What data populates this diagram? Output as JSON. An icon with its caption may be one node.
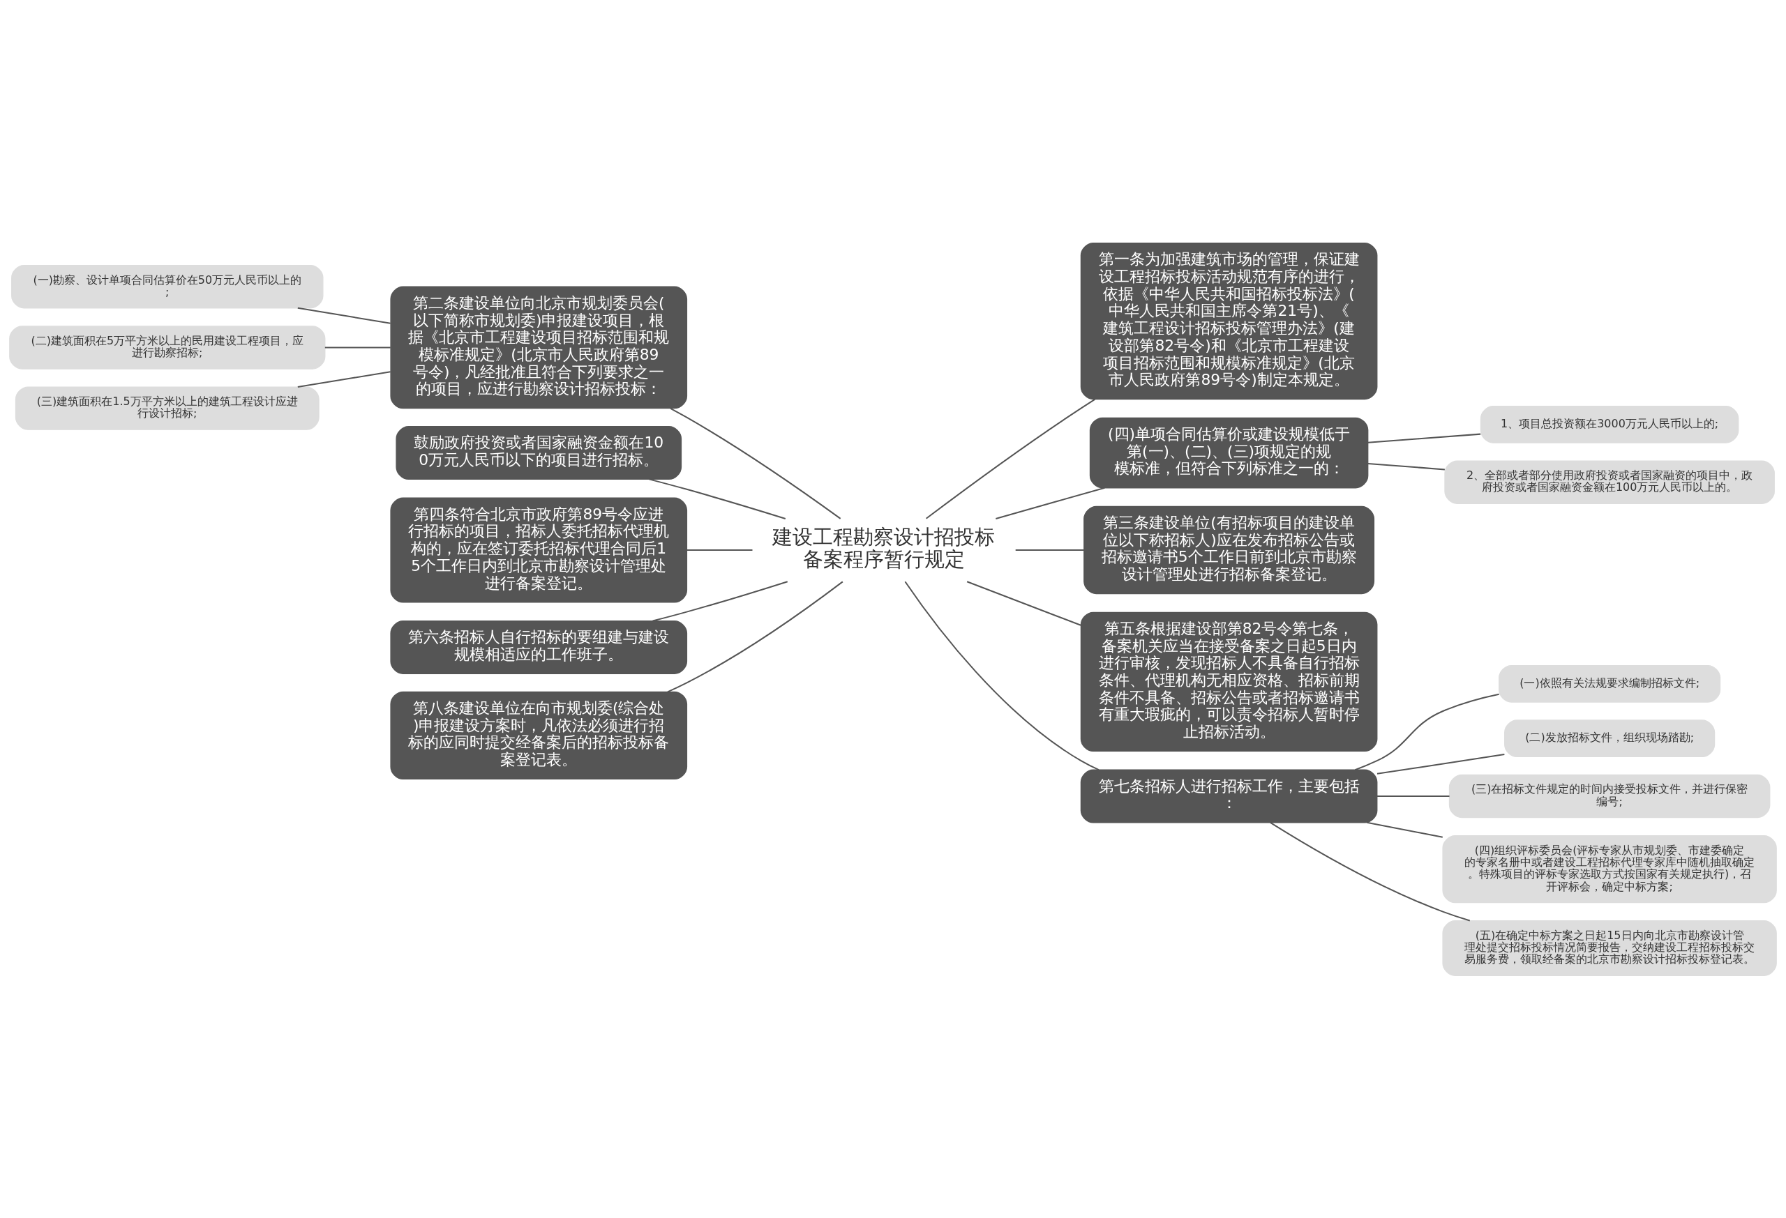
{
  "diagram": {
    "nodes": [
      {
        "text": [
          "建设工程勘察设计招投标备案程序暂行规定"
        ]
      },
      {
        "text": [
          "第一条为加强建筑市场的管理，保证建设工程招标投标活动规范有序的进行，依据《中华人民共和国招标投标法》(中华人民共和国主席令第21号)、《建筑工程设计招标投标管理办法》(建设部第82号令)和《北京市工程建设项目招标范围和规模标准规定》(北京市人民政府第89号令)制定本规定。"
        ]
      },
      {
        "text": [
          "第二条建设单位向北京市规划委员会(以下简称市规划委)申报建设项目，根据《北京市工程建设项目招标范围和规模标准规定》(北京市人民政府第89号令)，凡经批准且符合下列要求之一的项目，应进行勘察设计招标投标："
        ]
      },
      {
        "text": [
          "(一)勘察、设计单项合同估算价在50万元人民币以上的;"
        ]
      },
      {
        "text": [
          "(二)建筑面积在5万平方米以上的民用建设工程项目，应进行勘察招标;"
        ]
      },
      {
        "text": [
          "(三)建筑面积在1.5万平方米以上的建筑工程设计应进行设计招标;"
        ]
      },
      {
        "text": [
          "(四)单项合同估算价或建设规模低于第(一)、(二)、(三)项规定的规模标准，但符合下列标准之一的："
        ]
      },
      {
        "text": [
          "1、项目总投资额在3000万元人民币以上的;"
        ]
      },
      {
        "text": [
          "2、全部或者部分使用政府投资或者国家融资的项目中，政府投资或者国家融资金额在100万元人民币以上的。"
        ]
      },
      {
        "text": [
          "鼓励政府投资或者国家融资金额在100万元人民币以下的项目进行招标。"
        ]
      },
      {
        "text": [
          "第三条建设单位(有招标项目的建设单位以下称招标人)应在发布招标公告或招标邀请书5个工作日前到北京市勘察设计管理处进行招标备案登记。"
        ]
      },
      {
        "text": [
          "第四条符合北京市政府第89号令应进行招标的项目，招标人委托招标代理机构的，应在签订委托招标代理合同后15个工作日内到北京市勘察设计管理处进行备案登记。"
        ]
      },
      {
        "text": [
          "第五条根据建设部第82号令第七条，备案机关应当在接受备案之日起5日内进行审核，发现招标人不具备自行招标条件、代理机构无相应资格、招标前期条件不具备、招标公告或者招标邀请书有重大瑕疵的，可以责令招标人暂时停止招标活动。"
        ]
      },
      {
        "text": [
          "第六条招标人自行招标的要组建与建设规模相适应的工作班子。"
        ]
      },
      {
        "text": [
          "第八条建设单位在向市规划委(综合处)申报建设方案时，凡依法必须进行招标的应同时提交经备案后的招标投标备案登记表。"
        ]
      },
      {
        "text": [
          "第七条招标人进行招标工作，主要包括："
        ]
      },
      {
        "text": [
          "(一)依照有关法规要求编制招标文件;"
        ]
      },
      {
        "text": [
          "(二)发放招标文件，组织现场踏勘;"
        ]
      },
      {
        "text": [
          "(三)在招标文件规定的时间内接受投标文件，并进行保密编号;"
        ]
      },
      {
        "text": [
          "(四)组织评标委员会(评标专家从市规划委、市建委确定的专家名册中或者建设工程招标代理专家库中随机抽取确定。特殊项目的评标专家选取方式按国家有关规定执行)，召开评标会，确定中标方案;"
        ]
      },
      {
        "text": [
          "(五)在确定中标方案之日起15日内向北京市勘察设计管理处提交招标投标情况简要报告，交纳建设工程招标投标交易服务费，领取经备案的北京市勘察设计招标投标登记表。"
        ]
      }
    ],
    "edges": [
      {
        "from": 0,
        "to": 1,
        "arrow": "none"
      },
      {
        "from": 2,
        "to": 0,
        "arrow": "none"
      },
      {
        "from": 3,
        "to": 2,
        "arrow": "none"
      },
      {
        "from": 4,
        "to": 2,
        "arrow": "none"
      },
      {
        "from": 5,
        "to": 2,
        "arrow": "none"
      },
      {
        "from": 0,
        "to": 6,
        "arrow": "none"
      },
      {
        "from": 6,
        "to": 7,
        "arrow": "none"
      },
      {
        "from": 6,
        "to": 8,
        "arrow": "none"
      },
      {
        "from": 9,
        "to": 0,
        "arrow": "none"
      },
      {
        "from": 0,
        "to": 10,
        "arrow": "none"
      },
      {
        "from": 11,
        "to": 0,
        "arrow": "none"
      },
      {
        "from": 0,
        "to": 12,
        "arrow": "none"
      },
      {
        "from": 13,
        "to": 0,
        "arrow": "none"
      },
      {
        "from": 14,
        "to": 0,
        "arrow": "none"
      },
      {
        "from": 0,
        "to": 15,
        "arrow": "none"
      },
      {
        "from": 15,
        "to": 16,
        "arrow": "none"
      },
      {
        "from": 15,
        "to": 17,
        "arrow": "none"
      },
      {
        "from": 15,
        "to": 18,
        "arrow": "none"
      },
      {
        "from": 15,
        "to": 19,
        "arrow": "none"
      },
      {
        "from": 15,
        "to": 20,
        "arrow": "none"
      }
    ]
  }
}
